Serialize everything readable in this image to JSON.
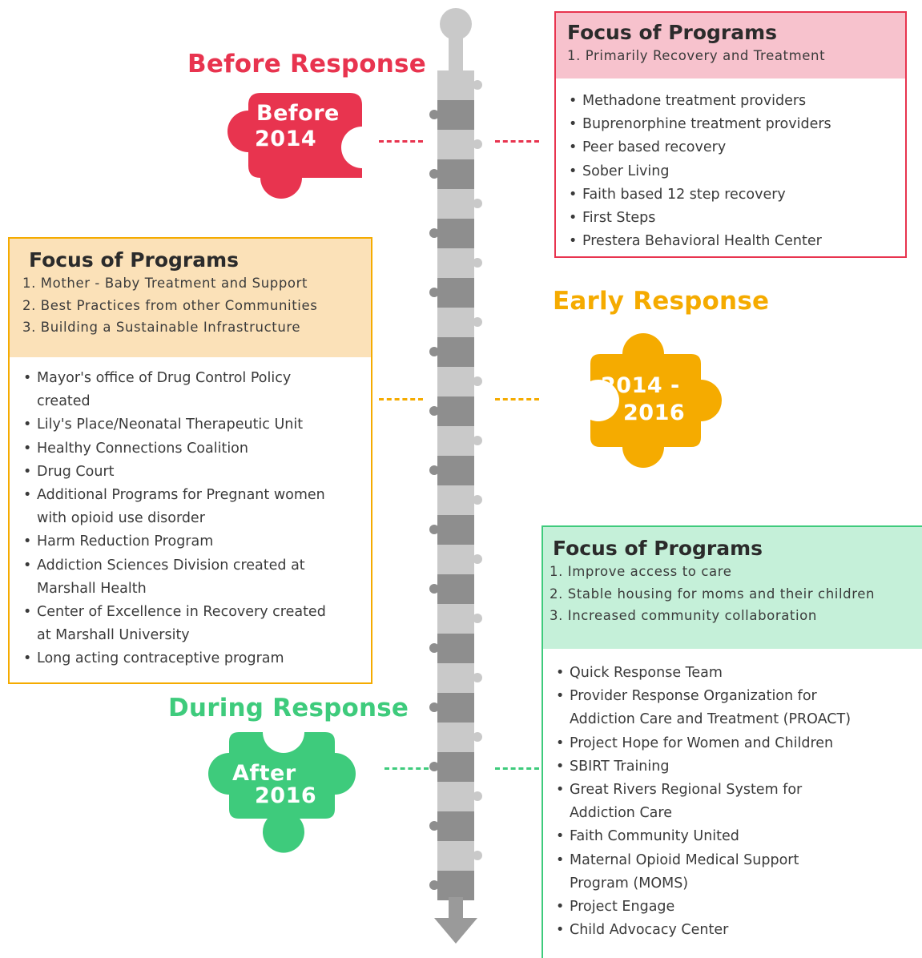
{
  "colors": {
    "before": "#e8344f",
    "early": "#f5ab00",
    "during": "#3ecb7c",
    "before_box_head": "#f7c2cd",
    "early_box_head": "#fbe1b8",
    "during_box_head": "#c5f0d9",
    "spine_light": "#c9c9c9",
    "spine_dark": "#8e8e8e"
  },
  "before": {
    "heading": "Before Response",
    "badge_line1": "Before",
    "badge_line2": "2014",
    "box": {
      "title": "Focus of Programs",
      "focus": [
        "1. Primarily Recovery and Treatment"
      ],
      "items": [
        "Methadone treatment providers",
        "Buprenorphine treatment providers",
        "Peer based recovery",
        "Sober Living",
        "Faith based 12 step recovery",
        "First Steps",
        "Prestera Behavioral Health Center"
      ]
    }
  },
  "early": {
    "heading": "Early Response",
    "badge_line1": "2014 -",
    "badge_line2": "2016",
    "box": {
      "title": "Focus of Programs",
      "focus": [
        "1. Mother - Baby Treatment and Support",
        "2. Best Practices from other Communities",
        "3. Building a Sustainable Infrastructure"
      ],
      "items": [
        "Mayor's office of Drug Control Policy created",
        "Lily's Place/Neonatal Therapeutic Unit",
        "Healthy Connections Coalition",
        "Drug Court",
        "Additional Programs for Pregnant women with opioid use disorder",
        "Harm Reduction Program",
        "Addiction Sciences Division created at Marshall Health",
        "Center of Excellence in Recovery created at Marshall University",
        "Long acting contraceptive program"
      ]
    }
  },
  "during": {
    "heading": "During Response",
    "badge_line1": "After",
    "badge_line2": "2016",
    "box": {
      "title": "Focus of Programs",
      "focus": [
        "1. Improve access to care",
        "2. Stable housing for moms and their children",
        "3. Increased community collaboration"
      ],
      "items": [
        "Quick Response Team",
        "Provider Response Organization for Addiction Care and Treatment (PROACT)",
        "Project Hope for Women and Children",
        "SBIRT Training",
        "Great Rivers Regional System for Addiction Care",
        "Faith Community United",
        "Maternal Opioid Medical Support Program (MOMS)",
        "Project Engage",
        "Child Advocacy Center"
      ]
    }
  }
}
